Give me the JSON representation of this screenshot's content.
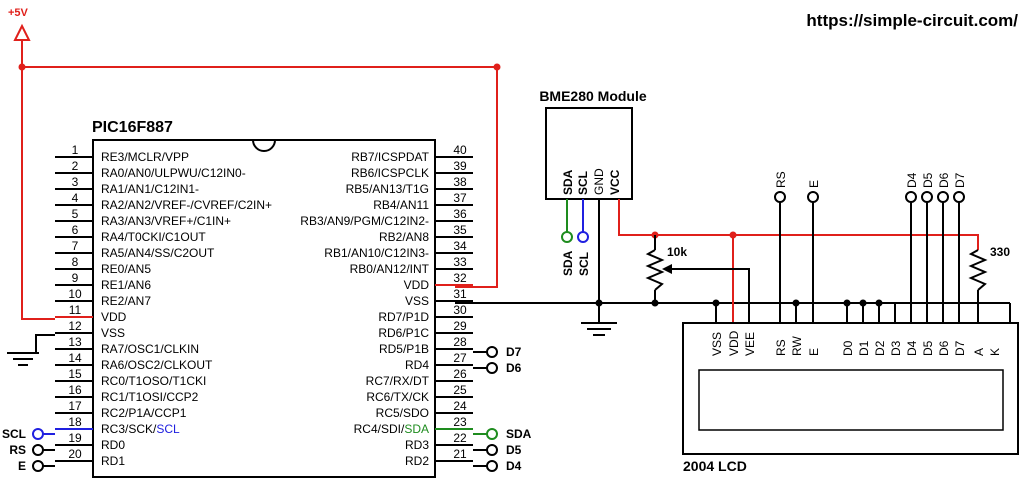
{
  "header": {
    "url": "https://simple-circuit.com/"
  },
  "colors": {
    "power": "#e0201b",
    "sda": "#1e8c1e",
    "scl": "#2020e0",
    "wire": "#000000"
  },
  "power": {
    "supply_label": "+5V"
  },
  "mcu": {
    "name": "PIC16F887",
    "left_pins": [
      {
        "num": "1",
        "label": "RE3/MCLR/VPP"
      },
      {
        "num": "2",
        "label": "RA0/AN0/ULPWU/C12IN0-"
      },
      {
        "num": "3",
        "label": "RA1/AN1/C12IN1-"
      },
      {
        "num": "4",
        "label": "RA2/AN2/VREF-/CVREF/C2IN+"
      },
      {
        "num": "5",
        "label": "RA3/AN3/VREF+/C1IN+"
      },
      {
        "num": "6",
        "label": "RA4/T0CKI/C1OUT"
      },
      {
        "num": "7",
        "label": "RA5/AN4/SS/C2OUT"
      },
      {
        "num": "8",
        "label": "RE0/AN5"
      },
      {
        "num": "9",
        "label": "RE1/AN6"
      },
      {
        "num": "10",
        "label": "RE2/AN7"
      },
      {
        "num": "11",
        "label": "VDD"
      },
      {
        "num": "12",
        "label": "VSS"
      },
      {
        "num": "13",
        "label": "RA7/OSC1/CLKIN"
      },
      {
        "num": "14",
        "label": "RA6/OSC2/CLKOUT"
      },
      {
        "num": "15",
        "label": "RC0/T1OSO/T1CKI"
      },
      {
        "num": "16",
        "label": "RC1/T1OSI/CCP2"
      },
      {
        "num": "17",
        "label": "RC2/P1A/CCP1"
      },
      {
        "num": "18",
        "label": "RC3/SCK/SCL"
      },
      {
        "num": "19",
        "label": "RD0"
      },
      {
        "num": "20",
        "label": "RD1"
      }
    ],
    "right_pins": [
      {
        "num": "40",
        "label": "RB7/ICSPDAT"
      },
      {
        "num": "39",
        "label": "RB6/ICSPCLK"
      },
      {
        "num": "38",
        "label": "RB5/AN13/T1G"
      },
      {
        "num": "37",
        "label": "RB4/AN11"
      },
      {
        "num": "36",
        "label": "RB3/AN9/PGM/C12IN2-"
      },
      {
        "num": "35",
        "label": "RB2/AN8"
      },
      {
        "num": "34",
        "label": "RB1/AN10/C12IN3-"
      },
      {
        "num": "33",
        "label": "RB0/AN12/INT"
      },
      {
        "num": "32",
        "label": "VDD"
      },
      {
        "num": "31",
        "label": "VSS"
      },
      {
        "num": "30",
        "label": "RD7/P1D"
      },
      {
        "num": "29",
        "label": "RD6/P1C"
      },
      {
        "num": "28",
        "label": "RD5/P1B"
      },
      {
        "num": "27",
        "label": "RD4"
      },
      {
        "num": "26",
        "label": "RC7/RX/DT"
      },
      {
        "num": "25",
        "label": "RC6/TX/CK"
      },
      {
        "num": "24",
        "label": "RC5/SDO"
      },
      {
        "num": "23",
        "label": "RC4/SDI/SDA"
      },
      {
        "num": "22",
        "label": "RD3"
      },
      {
        "num": "21",
        "label": "RD2"
      }
    ]
  },
  "mcu_terminals": {
    "left": [
      "SCL",
      "RS",
      "E"
    ],
    "right": [
      "D7",
      "D6",
      "SDA",
      "D5",
      "D4"
    ]
  },
  "bme280": {
    "title": "BME280 Module",
    "pins": [
      "SDA",
      "SCL",
      "GND",
      "VCC"
    ],
    "terminals": [
      "SDA",
      "SCL"
    ]
  },
  "pot": {
    "value": "10k"
  },
  "resistor": {
    "value": "330"
  },
  "lcd": {
    "name": "2004 LCD",
    "pins": [
      "VSS",
      "VDD",
      "VEE",
      "RS",
      "RW",
      "E",
      "D0",
      "D1",
      "D2",
      "D3",
      "D4",
      "D5",
      "D6",
      "D7",
      "A",
      "K"
    ],
    "terminals": [
      "RS",
      "E",
      "D4",
      "D5",
      "D6",
      "D7"
    ]
  }
}
